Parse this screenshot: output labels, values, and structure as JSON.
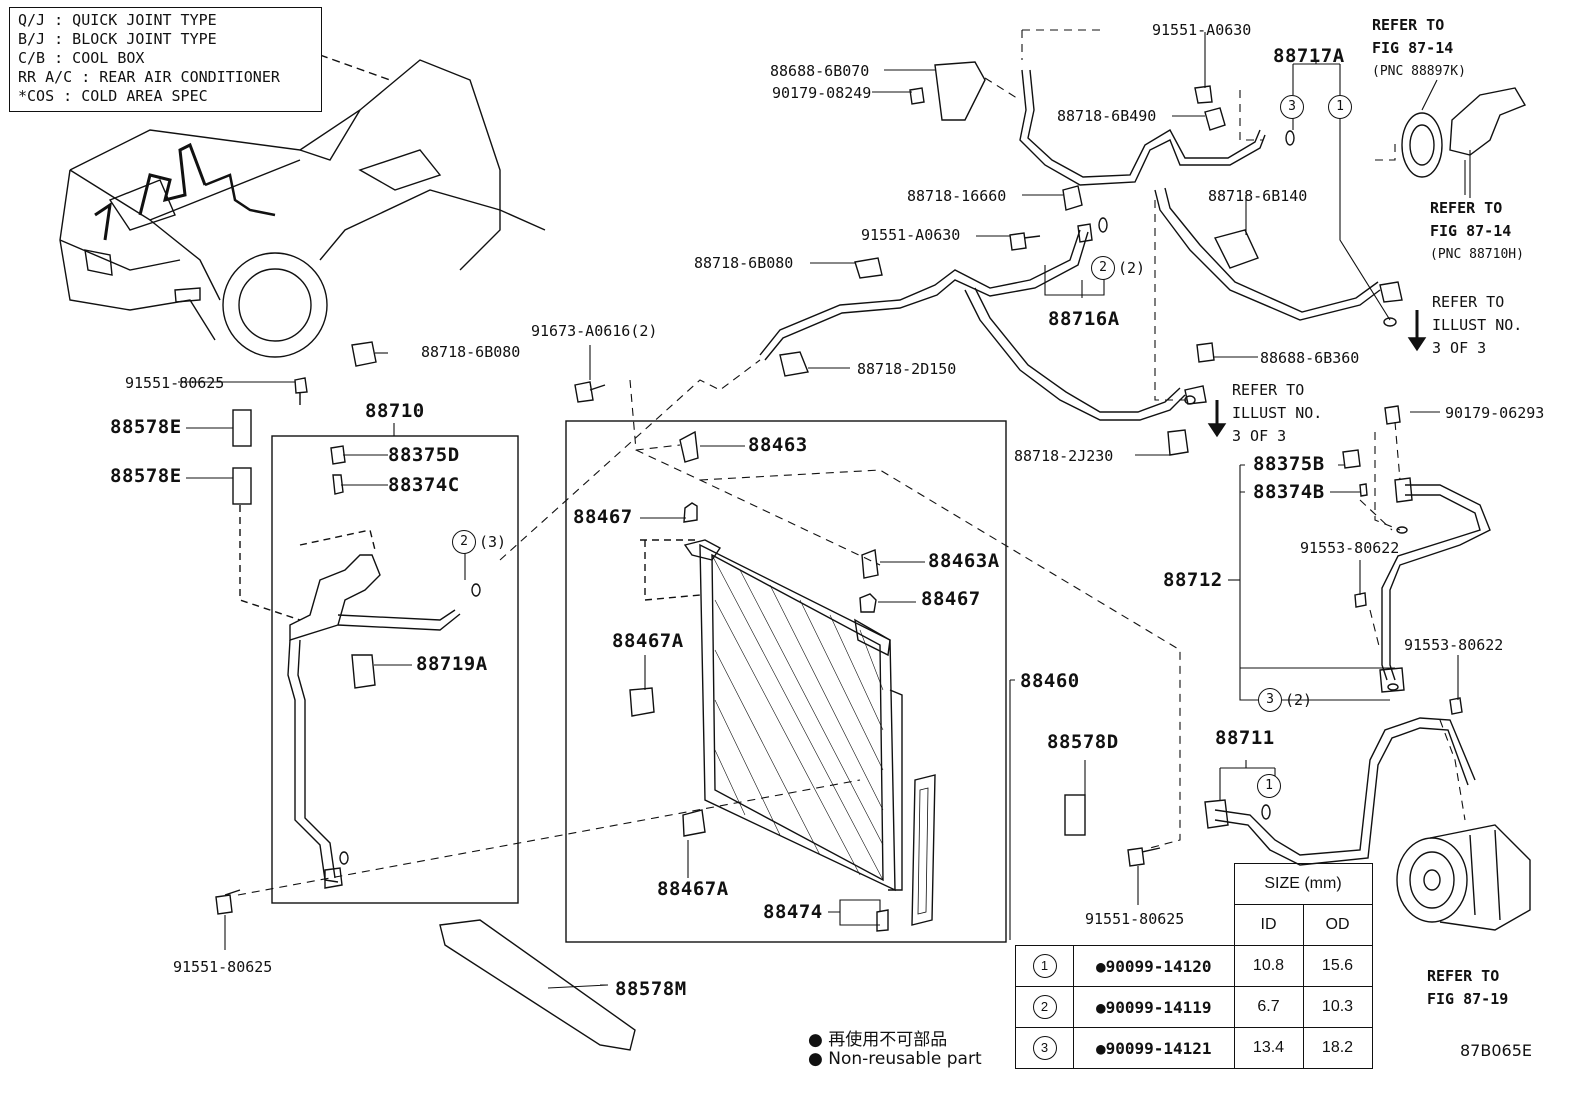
{
  "legend": [
    {
      "abbr": "Q/J",
      "text": ":  QUICK JOINT TYPE"
    },
    {
      "abbr": "B/J",
      "text": ":  BLOCK JOINT TYPE"
    },
    {
      "abbr": "C/B",
      "text": ":  COOL BOX"
    },
    {
      "abbr": "RR A/C",
      "text": ":  REAR AIR CONDITIONER"
    },
    {
      "abbr": "*COS",
      "text": ":  COLD AREA SPEC"
    }
  ],
  "parts": {
    "p88688_6B070": "88688-6B070",
    "p90179_08249": "90179-08249",
    "p91551_A0630_top": "91551-A0630",
    "p88717A": "88717A",
    "p88718_6B490": "88718-6B490",
    "p88718_16660": "88718-16660",
    "p88718_6B140": "88718-6B140",
    "p91551_A0630_mid": "91551-A0630",
    "p88718_6B080_a": "88718-6B080",
    "p88716A": "88716A",
    "p88718_6B080_b": "88718-6B080",
    "p91673_A0616": "91673-A0616(2)",
    "p88718_2D150": "88718-2D150",
    "p88688_6B360": "88688-6B360",
    "p91551_80625_a": "91551-80625",
    "p88710": "88710",
    "p88578E_a": "88578E",
    "p88578E_b": "88578E",
    "p88375D": "88375D",
    "p88374C": "88374C",
    "p88719A": "88719A",
    "p88463": "88463",
    "p88467_a": "88467",
    "p88463A": "88463A",
    "p88467_b": "88467",
    "p88467A_a": "88467A",
    "p88467A_b": "88467A",
    "p88460": "88460",
    "p88474": "88474",
    "p88578M": "88578M",
    "p91551_80625_b": "91551-80625",
    "p88718_2J230": "88718-2J230",
    "p90179_06293": "90179-06293",
    "p88375B": "88375B",
    "p88374B": "88374B",
    "p91553_80622_a": "91553-80622",
    "p88712": "88712",
    "p91553_80622_b": "91553-80622",
    "p88578D": "88578D",
    "p88711": "88711",
    "p91551_80625_c": "91551-80625"
  },
  "refs": {
    "r1": [
      "REFER TO",
      "FIG 87-14",
      "(PNC 88897K)"
    ],
    "r2": [
      "REFER TO",
      "FIG 87-14",
      "(PNC 88710H)"
    ],
    "r3": [
      "REFER TO",
      "ILLUST NO.",
      "3 OF 3"
    ],
    "r4": [
      "REFER TO",
      "ILLUST NO.",
      "3 OF 3"
    ],
    "r5": [
      "REFER TO",
      "FIG 87-19"
    ]
  },
  "callouts": {
    "c2_qty_left": "(3)",
    "c2_qty_top": "(2)",
    "c3_qty": "(2)",
    "n1": "1",
    "n2": "2",
    "n3": "3"
  },
  "size_table": {
    "header": "SIZE (mm)",
    "col_id": "ID",
    "col_od": "OD",
    "rows": [
      {
        "no": "1",
        "part": "●90099-14120",
        "id": "10.8",
        "od": "15.6"
      },
      {
        "no": "2",
        "part": "●90099-14119",
        "id": "6.7",
        "od": "10.3"
      },
      {
        "no": "3",
        "part": "●90099-14121",
        "id": "13.4",
        "od": "18.2"
      }
    ]
  },
  "notes": {
    "jp": "● 再使用不可部品",
    "en": "● Non-reusable part",
    "figure_id": "87B065E"
  }
}
